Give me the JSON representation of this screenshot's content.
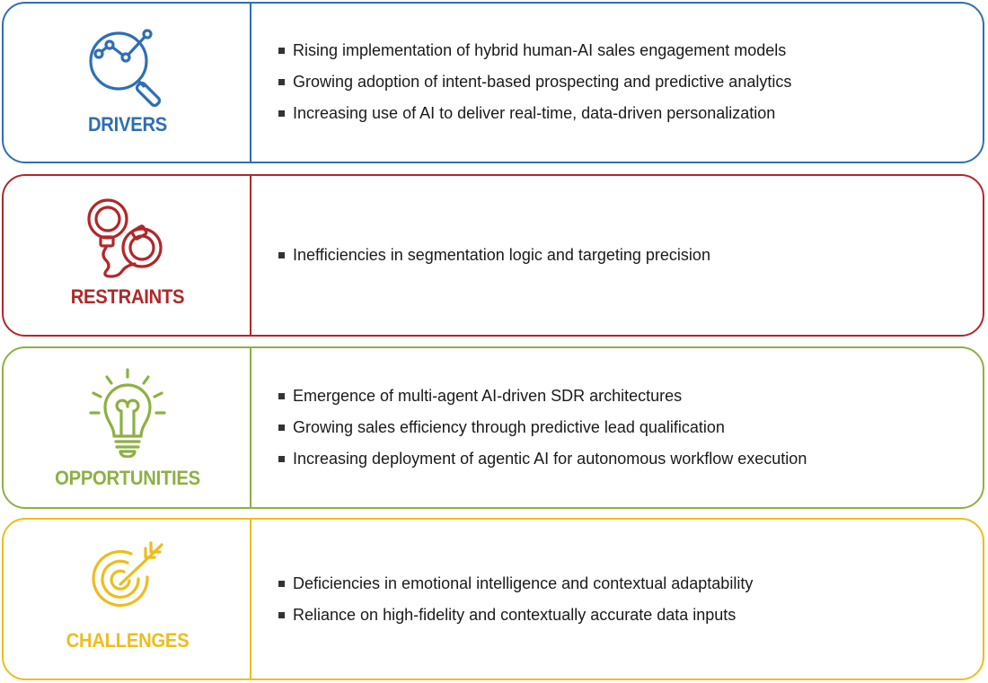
{
  "panels": {
    "drivers": {
      "title": "DRIVERS",
      "color": "#2e6fb3",
      "icon": "magnifier-trend-icon",
      "items": [
        "Rising implementation of hybrid human-AI sales engagement models",
        "Growing adoption of intent-based prospecting and predictive analytics",
        "Increasing use of AI to deliver real-time, data-driven personalization"
      ]
    },
    "restraints": {
      "title": "RESTRAINTS",
      "color": "#b0282a",
      "icon": "handcuffs-icon",
      "items": [
        "Inefficiencies in segmentation logic and targeting precision"
      ]
    },
    "opportunities": {
      "title": "OPPORTUNITIES",
      "color": "#8db043",
      "icon": "lightbulb-icon",
      "items": [
        "Emergence of multi-agent AI-driven SDR architectures",
        "Growing sales efficiency through predictive lead qualification",
        "Increasing deployment of agentic AI for autonomous workflow execution"
      ]
    },
    "challenges": {
      "title": "CHALLENGES",
      "color": "#edbd1d",
      "icon": "target-arrow-icon",
      "items": [
        "Deficiencies in emotional intelligence and contextual adaptability",
        "Reliance on high-fidelity and contextually accurate data inputs"
      ]
    }
  }
}
